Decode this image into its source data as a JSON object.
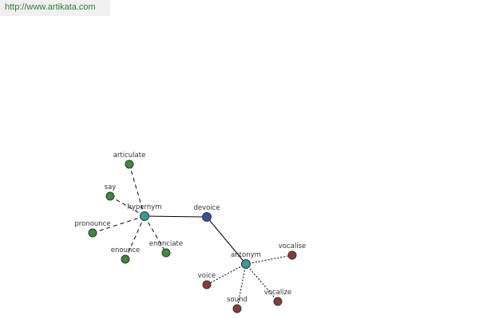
{
  "header": {
    "url": "http://www.artikata.com"
  },
  "colors": {
    "center": "#3b4d99",
    "hub": "#3a9a9a",
    "hypernym_leaf": "#3d8b3d",
    "antonym_leaf": "#8b3a3a",
    "url_text": "#2e7d32"
  },
  "nodes": {
    "devoice": {
      "label": "devoice",
      "kind": "center"
    },
    "hypernym": {
      "label": "hypernym",
      "kind": "hub"
    },
    "antonym": {
      "label": "antonym",
      "kind": "hub"
    },
    "articulate": {
      "label": "articulate",
      "kind": "hypernym_leaf"
    },
    "say": {
      "label": "say",
      "kind": "hypernym_leaf"
    },
    "pronounce": {
      "label": "pronounce",
      "kind": "hypernym_leaf"
    },
    "enounce": {
      "label": "enounce",
      "kind": "hypernym_leaf"
    },
    "enunciate": {
      "label": "enunciate",
      "kind": "hypernym_leaf"
    },
    "vocalise": {
      "label": "vocalise",
      "kind": "antonym_leaf"
    },
    "voice": {
      "label": "voice",
      "kind": "antonym_leaf"
    },
    "sound": {
      "label": "sound",
      "kind": "antonym_leaf"
    },
    "vocalize": {
      "label": "vocalize",
      "kind": "antonym_leaf"
    }
  },
  "edges": [
    {
      "from": "hypernym",
      "to": "devoice",
      "style": "solid"
    },
    {
      "from": "devoice",
      "to": "antonym",
      "style": "solid"
    },
    {
      "from": "hypernym",
      "to": "articulate",
      "style": "dashed"
    },
    {
      "from": "hypernym",
      "to": "say",
      "style": "dashed"
    },
    {
      "from": "hypernym",
      "to": "pronounce",
      "style": "dashed"
    },
    {
      "from": "hypernym",
      "to": "enounce",
      "style": "dashed"
    },
    {
      "from": "hypernym",
      "to": "enunciate",
      "style": "dashed"
    },
    {
      "from": "antonym",
      "to": "vocalise",
      "style": "dotted"
    },
    {
      "from": "antonym",
      "to": "voice",
      "style": "dotted"
    },
    {
      "from": "antonym",
      "to": "sound",
      "style": "dotted"
    },
    {
      "from": "antonym",
      "to": "vocalize",
      "style": "dotted"
    }
  ]
}
